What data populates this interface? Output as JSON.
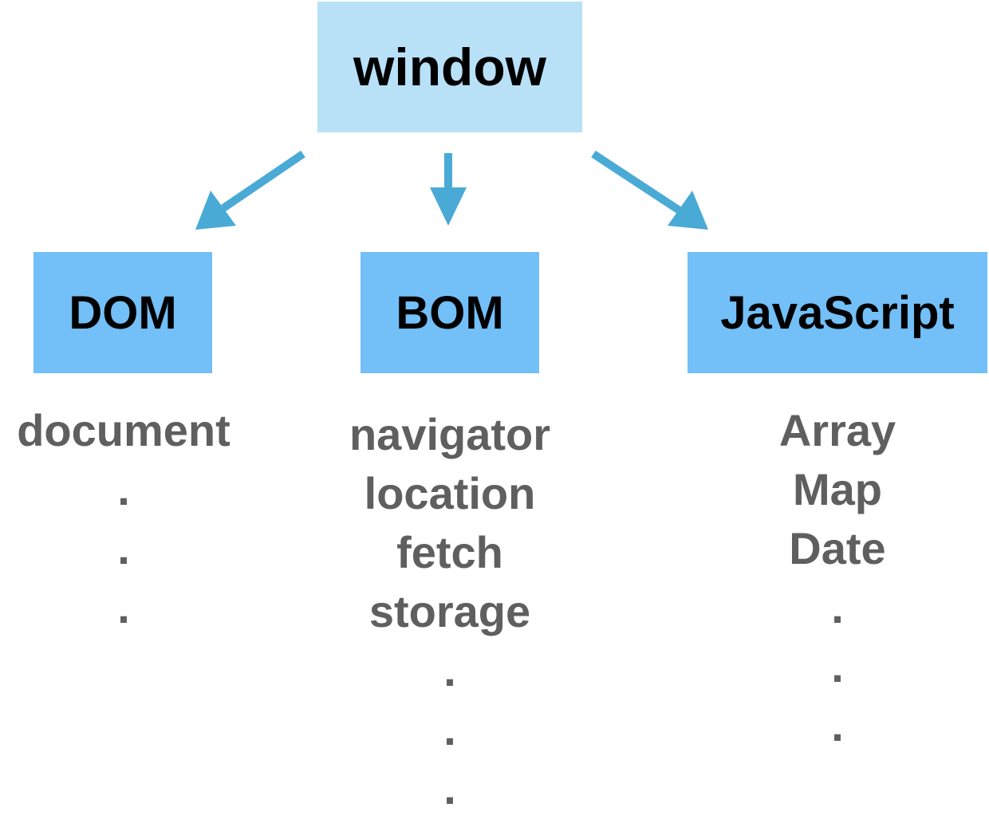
{
  "root": {
    "label": "window",
    "color": "#b8e1f8"
  },
  "children": [
    {
      "label": "DOM",
      "color": "#73bff7",
      "items": [
        "document",
        ".",
        ".",
        "."
      ]
    },
    {
      "label": "BOM",
      "color": "#73bff7",
      "items": [
        "navigator",
        "location",
        "fetch",
        "storage",
        ".",
        ".",
        "."
      ]
    },
    {
      "label": "JavaScript",
      "color": "#73bff7",
      "items": [
        "Array",
        "Map",
        "Date",
        ".",
        ".",
        "."
      ]
    }
  ],
  "arrow_color": "#4aaad6",
  "item_color": "#5f5f5f"
}
